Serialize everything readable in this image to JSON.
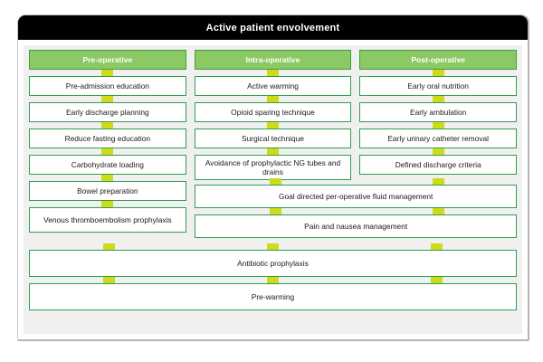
{
  "header": {
    "title": "Active patient envolvement"
  },
  "columns": [
    {
      "id": "pre-operative",
      "header": "Pre-operative",
      "items": [
        "Pre-admission education",
        "Early discharge planning",
        "Reduce fasting education",
        "Carbohydrate loading",
        "Bowel preparation",
        "Venous thromboembolism prophylaxis"
      ]
    },
    {
      "id": "intra-operative",
      "header": "Intra-operative",
      "items": [
        "Active warming",
        "Opioid sparing technique",
        "Surgical technique",
        "Avoidance of prophylactic NG tubes and drains"
      ]
    },
    {
      "id": "post-operative",
      "header": "Post-operative",
      "items": [
        "Early oral nutrition",
        "Early ambulation",
        "Early urinary catheter removal",
        "Defined discharge criteria"
      ]
    }
  ],
  "spanning_rows": [
    {
      "id": "goal-directed-fluid",
      "label": "Goal directed per-operative fluid management",
      "span": "intra-post"
    },
    {
      "id": "pain-nausea",
      "label": "Pain and nausea management",
      "span": "intra-post"
    },
    {
      "id": "antibiotic-prophylaxis",
      "label": "Antibiotic prophylaxis",
      "span": "all"
    },
    {
      "id": "pre-warming",
      "label": "Pre-warming",
      "span": "all"
    }
  ],
  "colors": {
    "title_bar": "#000000",
    "header_box_fill": "#8cc863",
    "header_box_border": "#3e9e3e",
    "node_border": "#2e9e52",
    "node_fill": "#ffffff",
    "connector": "#cddb18",
    "panel_background": "#f0f0f0",
    "frame_border": "#c9c9c9"
  }
}
